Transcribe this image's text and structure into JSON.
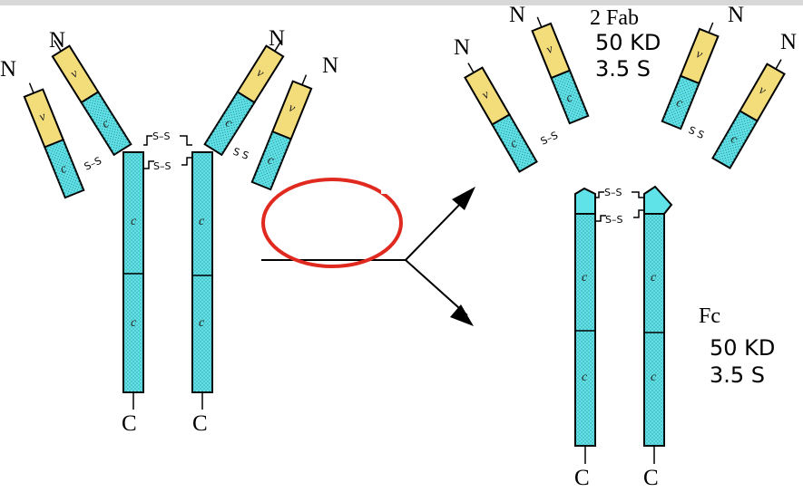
{
  "colors": {
    "variable": "#f3dc7a",
    "constant": "#5fe3e8",
    "outline": "#000000",
    "arrow": "#000000",
    "highlight": "#e02a1f"
  },
  "labels": {
    "n": "N",
    "c_term": "C",
    "v": "v",
    "c": "c",
    "ss": "S–S",
    "ss_alt": "S S",
    "fab_title": "2 Fab",
    "fab_mass": "50 KD",
    "fab_sed": "3.5 S",
    "fc_title": "Fc",
    "fc_mass": "50 KD",
    "fc_sed": "3.5 S"
  }
}
